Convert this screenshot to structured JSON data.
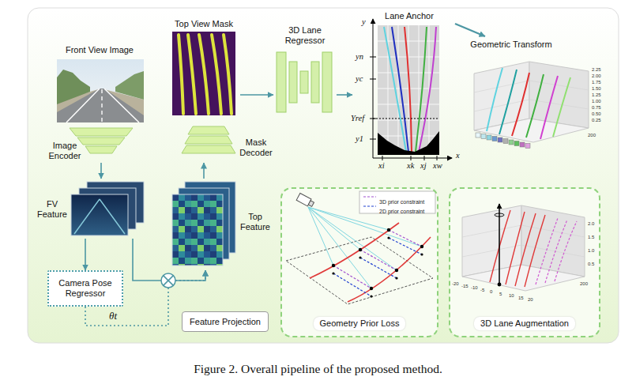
{
  "diagram": {
    "caption": "Figure 2. Overall pipeline of the proposed method.",
    "nodes": [
      {
        "text": [
          "Front View Image"
        ]
      },
      {
        "text": [
          "Image Encoder"
        ]
      },
      {
        "text": [
          "FV Feature"
        ]
      },
      {
        "text": [
          "Camera Pose Regressor"
        ]
      },
      {
        "text": [
          "Feature Projection"
        ]
      },
      {
        "text": [
          "Top Feature"
        ]
      },
      {
        "text": [
          "Mask Decoder"
        ]
      },
      {
        "text": [
          "Top View Mask"
        ]
      },
      {
        "text": [
          "3D Lane Regressor"
        ]
      },
      {
        "text": [
          "Lane Anchor"
        ]
      },
      {
        "text": [
          "Geometric Transform"
        ]
      },
      {
        "text": [
          "Geometry Prior Loss"
        ]
      },
      {
        "text": [
          "3D Lane Augmentation"
        ]
      }
    ],
    "edges": [
      {
        "from": 1,
        "to": 2,
        "arrow": "to"
      },
      {
        "from": 2,
        "to": 3,
        "arrow": "to"
      },
      {
        "from": 2,
        "to": 5,
        "arrow": "to"
      },
      {
        "from": 3,
        "to": 5,
        "label": "θt",
        "arrow": "to"
      },
      {
        "from": 5,
        "to": 6,
        "arrow": "to"
      },
      {
        "from": 7,
        "to": 8,
        "arrow": "to"
      },
      {
        "from": 8,
        "to": 9,
        "arrow": "to"
      },
      {
        "from": 9,
        "to": 10,
        "arrow": "to"
      }
    ],
    "labels": [
      "y",
      "yn",
      "yc",
      "Yref",
      "y1",
      "xi",
      "xk",
      "xj",
      "xw",
      "x",
      "2.25",
      "2.00",
      "1.75",
      "1.50",
      "1.25",
      "1.00",
      "0.75",
      "0.50",
      "0.25",
      "200",
      "2.0",
      "1.5",
      "1.0",
      "0.5",
      "-20",
      "-15",
      "-10",
      "-5",
      "0",
      "5",
      "10",
      "15",
      "20",
      "200"
    ],
    "legend": [
      {
        "text": "3D prior constraint"
      },
      {
        "text": "2D prior constraint"
      }
    ]
  }
}
